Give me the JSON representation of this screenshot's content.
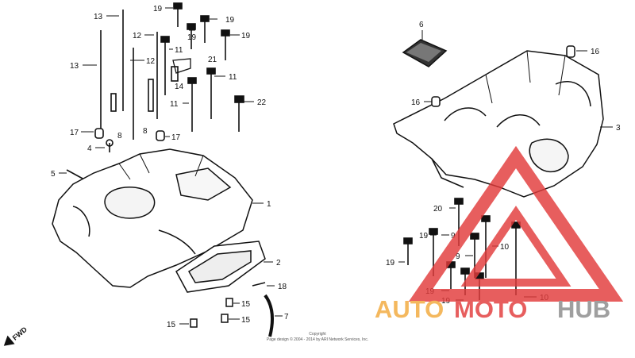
{
  "labels": {
    "l13a": "13",
    "l13b": "13",
    "l12a": "12",
    "l12b": "12",
    "l19a": "19",
    "l19b": "19",
    "l19c": "19",
    "l19d": "19",
    "l11a": "11",
    "l11b": "11",
    "l11c": "11",
    "l21": "21",
    "l14": "14",
    "l22": "22",
    "l8a": "8",
    "l8b": "8",
    "l17a": "17",
    "l17b": "17",
    "l4": "4",
    "l5": "5",
    "l1": "1",
    "l2": "2",
    "l18": "18",
    "l15a": "15",
    "l15b": "15",
    "l15c": "15",
    "l7": "7",
    "l6": "6",
    "l16a": "16",
    "l16b": "16",
    "l3": "3",
    "l20": "20",
    "l19e": "19",
    "l9a": "9",
    "l10a": "10",
    "l9b": "9",
    "l19f": "19",
    "l19g": "19",
    "l19h": "19",
    "l10b": "10"
  },
  "fwd": "FWD",
  "copyright": {
    "line1": "Copyright",
    "line2": "Page design © 2004 - 2014 by ARI Network Services, Inc."
  },
  "watermark": {
    "auto": "AUTO",
    "moto": "MOTO",
    "hub": "HUB",
    "colors": {
      "red": "#e23b3b",
      "orange": "#f2a93b",
      "gray": "#8a8a8a"
    }
  }
}
